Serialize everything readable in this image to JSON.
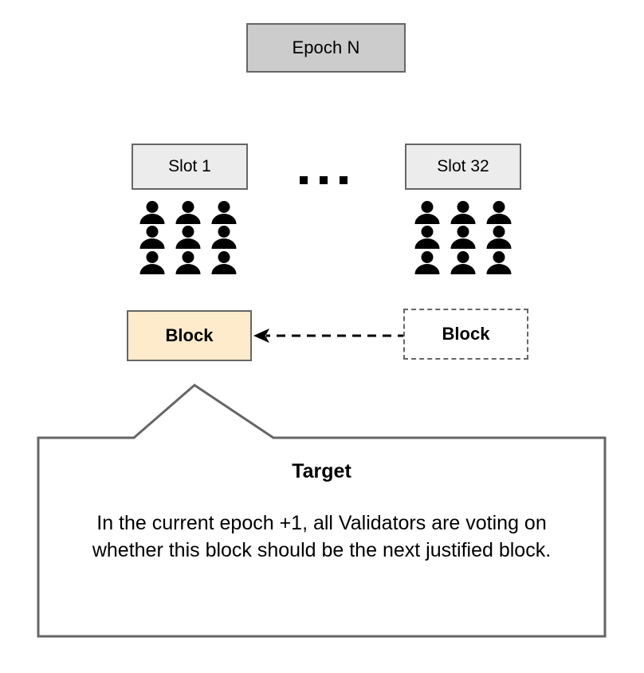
{
  "diagram": {
    "epoch": {
      "label": "Epoch N"
    },
    "slots": [
      {
        "label": "Slot 1"
      },
      {
        "label": "Slot 32"
      }
    ],
    "ellipsis": {
      "label": "...",
      "dot_count": 3
    },
    "validators": {
      "rows": 3,
      "columns": 3,
      "count_per_slot": 9,
      "icon": "person-icon"
    },
    "blocks": [
      {
        "label": "Block",
        "style": "solid",
        "fill": "#fdebcb"
      },
      {
        "label": "Block",
        "style": "dashed",
        "fill": "#ffffff"
      }
    ],
    "arrow": {
      "name": "dashed-arrow-left",
      "direction": "left",
      "style": "dashed"
    },
    "callout": {
      "title": "Target",
      "body": "In the current epoch +1, all Validators are voting on whether this block should be the next justified block."
    },
    "colors": {
      "epoch_fill": "#cccccc",
      "slot_fill": "#ececec",
      "block_fill": "#fdebcb",
      "stroke": "#666666",
      "text": "#000000",
      "background": "#ffffff"
    }
  }
}
